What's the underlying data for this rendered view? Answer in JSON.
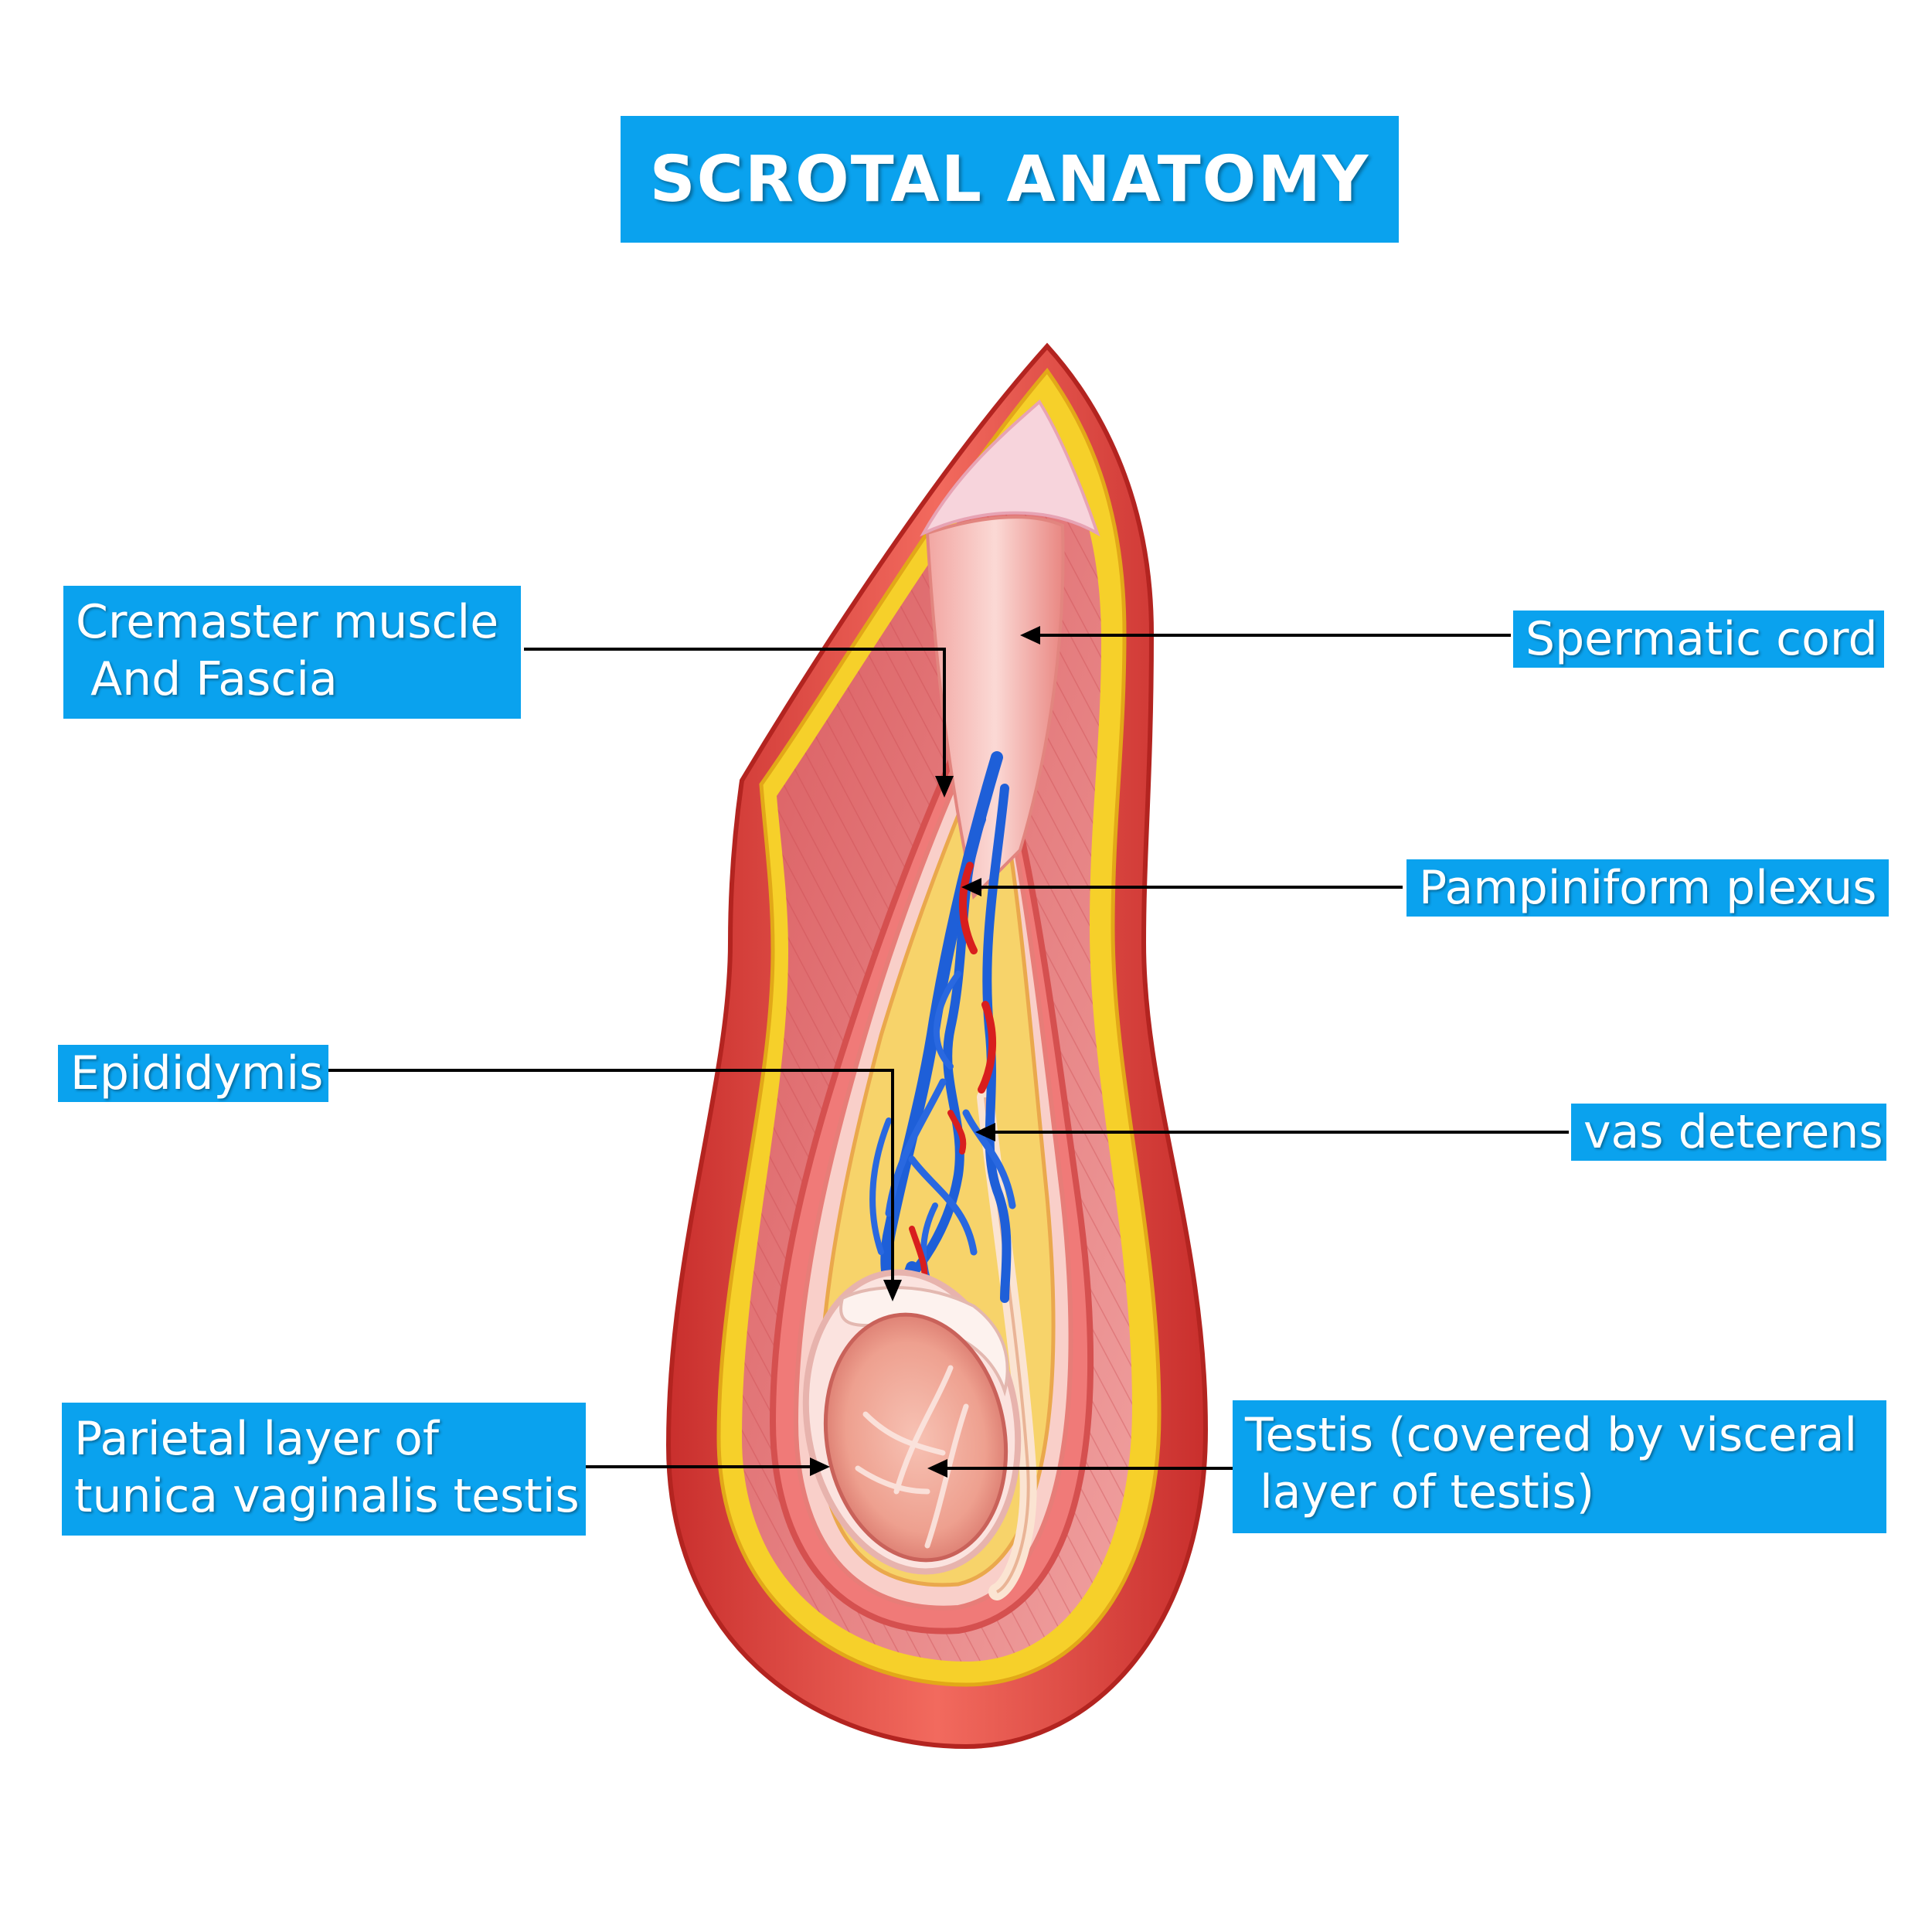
{
  "title": "SCROTAL ANATOMY",
  "labels": {
    "cremaster": [
      "Cremaster muscle",
      " And Fascia"
    ],
    "spermatic_cord": "Spermatic cord",
    "pampiniform": "Pampiniform plexus",
    "epididymis": "Epididymis",
    "vas": "vas deterens",
    "parietal": [
      "Parietal layer of",
      "tunica vaginalis testis"
    ],
    "testis": [
      "Testis (covered by visceral",
      " layer of testis)"
    ]
  },
  "colors": {
    "label_bg": "#0aa2ee",
    "skin": "#e8433f",
    "muscle": "#e9868a",
    "fat": "#f6d02a",
    "vein": "#1e5fd8",
    "artery": "#d81e1e"
  }
}
